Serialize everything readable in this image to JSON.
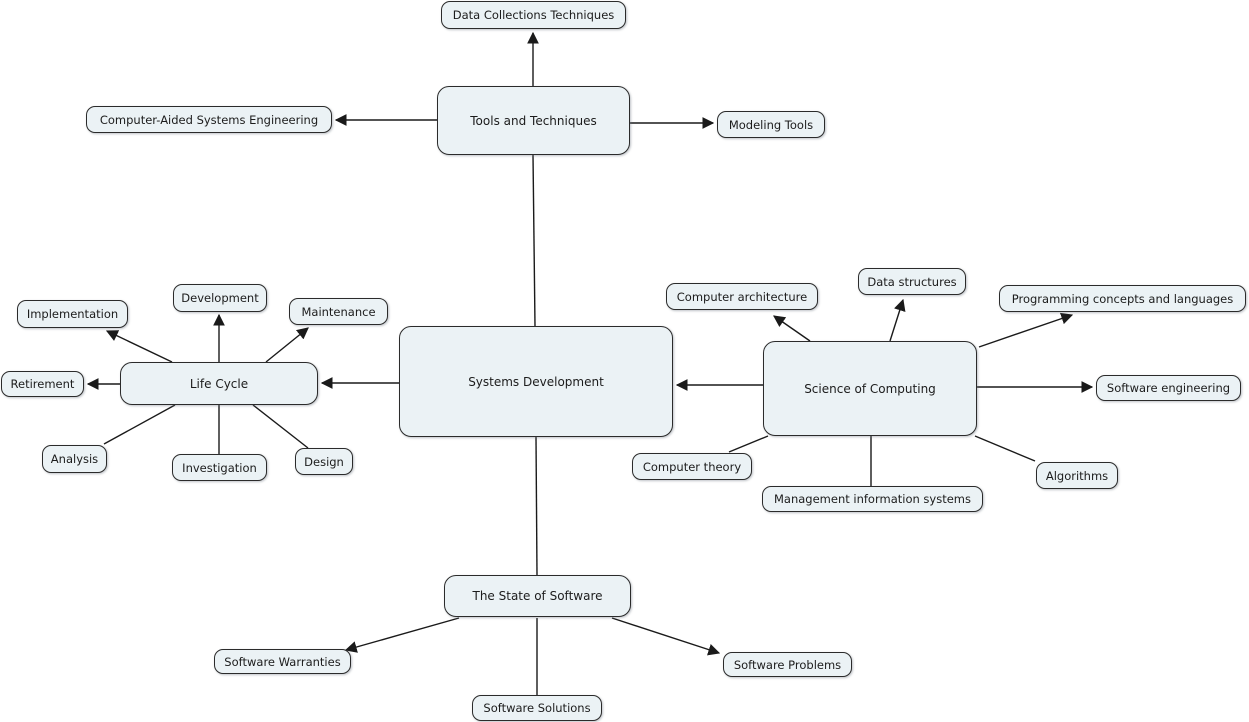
{
  "diagram": {
    "type": "concept-map",
    "central_topic": "Systems Development",
    "background": "#ffffff"
  },
  "colors": {
    "node_fill": "#ebf2f5",
    "node_border": "#2b2b2b",
    "connector": "#1a1a1a",
    "text": "#1c1c1c",
    "background": "#ffffff"
  },
  "nodes": {
    "data_collections_techniques": {
      "label": "Data Collections Techniques"
    },
    "tools_and_techniques": {
      "label": "Tools and Techniques"
    },
    "computer_aided_systems_engineering": {
      "label": "Computer-Aided Systems Engineering"
    },
    "modeling_tools": {
      "label": "Modeling Tools"
    },
    "systems_development": {
      "label": "Systems Development"
    },
    "life_cycle": {
      "label": "Life Cycle"
    },
    "implementation": {
      "label": "Implementation"
    },
    "development": {
      "label": "Development"
    },
    "maintenance": {
      "label": "Maintenance"
    },
    "retirement": {
      "label": "Retirement"
    },
    "analysis": {
      "label": "Analysis"
    },
    "investigation": {
      "label": "Investigation"
    },
    "design": {
      "label": "Design"
    },
    "science_of_computing": {
      "label": "Science of Computing"
    },
    "computer_architecture": {
      "label": "Computer architecture"
    },
    "data_structures": {
      "label": "Data structures"
    },
    "programming_concepts_and_languages": {
      "label": "Programming concepts and languages"
    },
    "software_engineering": {
      "label": "Software engineering"
    },
    "computer_theory": {
      "label": "Computer theory"
    },
    "management_information_systems": {
      "label": "Management information systems"
    },
    "algorithms": {
      "label": "Algorithms"
    },
    "the_state_of_software": {
      "label": "The State of Software"
    },
    "software_warranties": {
      "label": "Software Warranties"
    },
    "software_problems": {
      "label": "Software Problems"
    },
    "software_solutions": {
      "label": "Software Solutions"
    }
  },
  "edges": [
    {
      "from": "Tools and Techniques",
      "to": "Data Collections Techniques",
      "arrow": true
    },
    {
      "from": "Tools and Techniques",
      "to": "Computer-Aided Systems Engineering",
      "arrow": true
    },
    {
      "from": "Tools and Techniques",
      "to": "Modeling Tools",
      "arrow": true
    },
    {
      "from": "Tools and Techniques",
      "to": "Systems Development",
      "arrow": false
    },
    {
      "from": "Systems Development",
      "to": "Life Cycle",
      "arrow": true
    },
    {
      "from": "Science of Computing",
      "to": "Systems Development",
      "arrow": true
    },
    {
      "from": "Systems Development",
      "to": "The State of Software",
      "arrow": false
    },
    {
      "from": "Life Cycle",
      "to": "Implementation",
      "arrow": true
    },
    {
      "from": "Life Cycle",
      "to": "Development",
      "arrow": true
    },
    {
      "from": "Life Cycle",
      "to": "Maintenance",
      "arrow": true
    },
    {
      "from": "Life Cycle",
      "to": "Retirement",
      "arrow": true
    },
    {
      "from": "Life Cycle",
      "to": "Analysis",
      "arrow": false
    },
    {
      "from": "Life Cycle",
      "to": "Investigation",
      "arrow": false
    },
    {
      "from": "Life Cycle",
      "to": "Design",
      "arrow": false
    },
    {
      "from": "Science of Computing",
      "to": "Computer architecture",
      "arrow": true
    },
    {
      "from": "Science of Computing",
      "to": "Data structures",
      "arrow": true
    },
    {
      "from": "Science of Computing",
      "to": "Programming concepts and languages",
      "arrow": true
    },
    {
      "from": "Science of Computing",
      "to": "Software engineering",
      "arrow": true
    },
    {
      "from": "Science of Computing",
      "to": "Computer theory",
      "arrow": false
    },
    {
      "from": "Science of Computing",
      "to": "Management information systems",
      "arrow": false
    },
    {
      "from": "Science of Computing",
      "to": "Algorithms",
      "arrow": false
    },
    {
      "from": "The State of Software",
      "to": "Software Warranties",
      "arrow": true
    },
    {
      "from": "The State of Software",
      "to": "Software Problems",
      "arrow": true
    },
    {
      "from": "The State of Software",
      "to": "Software Solutions",
      "arrow": false
    }
  ]
}
